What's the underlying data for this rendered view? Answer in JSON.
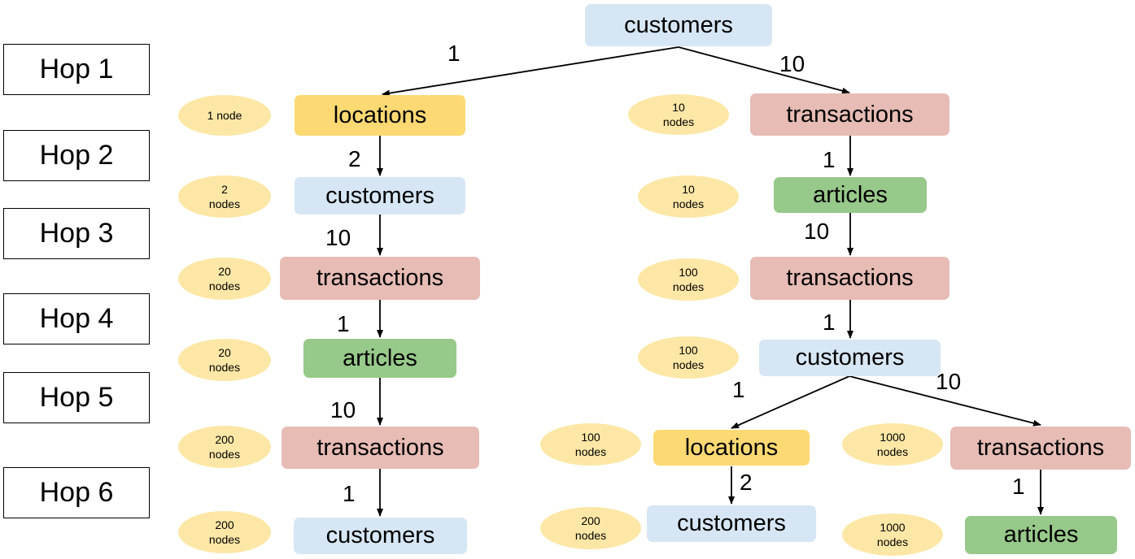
{
  "hops": [
    "Hop 1",
    "Hop 2",
    "Hop 3",
    "Hop 4",
    "Hop 5",
    "Hop 6"
  ],
  "root": {
    "label": "customers",
    "type": "customers"
  },
  "left_tree": {
    "nodes": [
      {
        "label": "locations",
        "type": "locations",
        "count": "1 node"
      },
      {
        "label": "customers",
        "type": "customers",
        "count": "2\nnodes"
      },
      {
        "label": "transactions",
        "type": "transactions",
        "count": "20\nnodes"
      },
      {
        "label": "articles",
        "type": "articles",
        "count": "20\nnodes"
      },
      {
        "label": "transactions",
        "type": "transactions",
        "count": "200\nnodes"
      },
      {
        "label": "customers",
        "type": "customers",
        "count": "200\nnodes"
      }
    ],
    "edge_labels": [
      "1",
      "2",
      "10",
      "1",
      "10",
      "1"
    ]
  },
  "right_tree": {
    "nodes": [
      {
        "label": "transactions",
        "type": "transactions",
        "count": "10\nnodes"
      },
      {
        "label": "articles",
        "type": "articles",
        "count": "10\nnodes"
      },
      {
        "label": "transactions",
        "type": "transactions",
        "count": "100\nnodes"
      },
      {
        "label": "customers",
        "type": "customers",
        "count": "100\nnodes"
      }
    ],
    "edge_labels": [
      "10",
      "1",
      "10",
      "1"
    ],
    "branch_left": {
      "nodes": [
        {
          "label": "locations",
          "type": "locations",
          "count": "100\nnodes"
        },
        {
          "label": "customers",
          "type": "customers",
          "count": "200\nnodes"
        }
      ],
      "edge_labels": [
        "1",
        "2"
      ]
    },
    "branch_right": {
      "nodes": [
        {
          "label": "transactions",
          "type": "transactions",
          "count": "1000\nnodes"
        },
        {
          "label": "articles",
          "type": "articles",
          "count": "1000\nnodes"
        }
      ],
      "edge_labels": [
        "10",
        "1"
      ]
    }
  },
  "colors": {
    "customers": "#d6e6f4",
    "locations": "#fcd972",
    "transactions": "#e6bcb5",
    "articles": "#97c98a",
    "count_bubble": "#fde7a6"
  }
}
